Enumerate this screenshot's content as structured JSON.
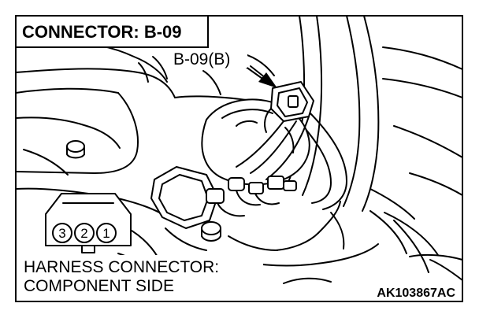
{
  "title": "CONNECTOR: B-09",
  "callout": {
    "label": "B-09(B)"
  },
  "harness": {
    "line1": "HARNESS CONNECTOR:",
    "line2": "COMPONENT SIDE",
    "pins": [
      "3",
      "2",
      "1"
    ]
  },
  "reference_code": "AK103867AC",
  "icons": {
    "connector": "connector-face-icon",
    "arrow": "pointer-arrow-icon"
  }
}
